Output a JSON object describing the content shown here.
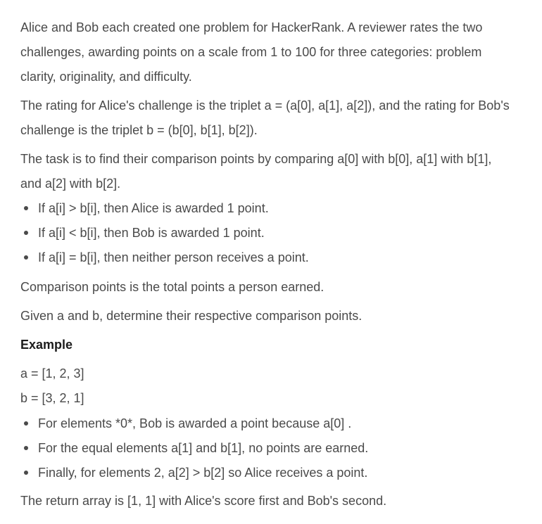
{
  "problem": {
    "intro": [
      "Alice and Bob each created one problem for HackerRank. A reviewer rates the two",
      "challenges, awarding points on a scale from 1 to 100 for three categories: problem",
      "clarity, originality, and difficulty."
    ],
    "rating": [
      "The rating for Alice's challenge is the triplet a = (a[0], a[1], a[2]), and the rating for Bob's",
      "challenge is the triplet b = (b[0], b[1], b[2])."
    ],
    "task": [
      "The task is to find their comparison points by comparing a[0] with b[0], a[1] with b[1],",
      "and a[2] with b[2]."
    ],
    "rules": [
      "If a[i] > b[i], then Alice is awarded 1 point.",
      "If a[i] < b[i], then Bob is awarded 1 point.",
      "If a[i] = b[i], then neither person receives a point."
    ],
    "comparison_def": "Comparison points is the total points a person earned.",
    "given": "Given a and b, determine their respective comparison points.",
    "example_heading": "Example",
    "example_a": "a = [1, 2, 3]",
    "example_b": "b = [3, 2, 1]",
    "example_points": [
      "For elements *0*, Bob is awarded a point because a[0] .",
      "For the equal elements a[1] and b[1], no points are earned.",
      "Finally, for elements 2, a[2] > b[2] so Alice receives a point."
    ],
    "return_text": "The return array is [1, 1] with Alice's score first and Bob's second."
  }
}
